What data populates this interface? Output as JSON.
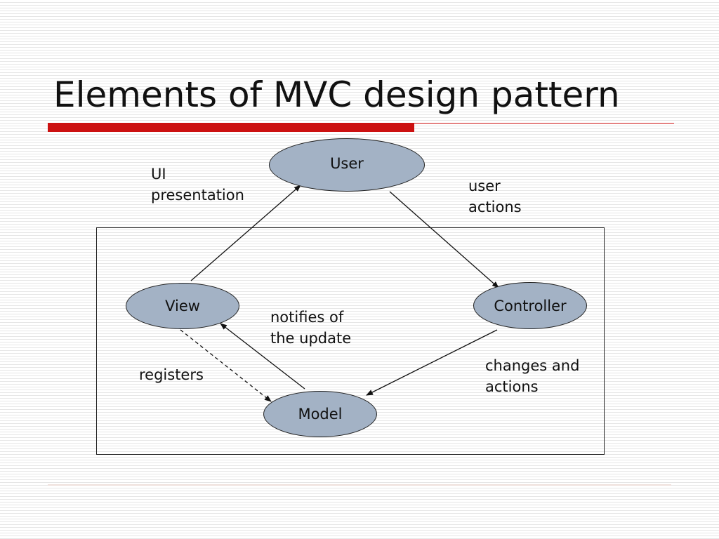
{
  "slide": {
    "title": "Elements of MVC design pattern"
  },
  "nodes": {
    "user": "User",
    "view": "View",
    "controller": "Controller",
    "model": "Model"
  },
  "edges": [
    {
      "from": "View",
      "to": "User",
      "style": "solid",
      "label": [
        "UI",
        "presentation"
      ]
    },
    {
      "from": "User",
      "to": "Controller",
      "style": "solid",
      "label": [
        "user",
        "actions"
      ]
    },
    {
      "from": "Controller",
      "to": "Model",
      "style": "solid",
      "label": [
        "changes and",
        "actions"
      ]
    },
    {
      "from": "Model",
      "to": "View",
      "style": "solid",
      "label": [
        "notifies of",
        "the update"
      ]
    },
    {
      "from": "View",
      "to": "Model",
      "style": "dashed",
      "label": [
        "registers"
      ]
    }
  ],
  "colors": {
    "node_fill": "#a3b2c5",
    "accent_red": "#cc1111"
  }
}
